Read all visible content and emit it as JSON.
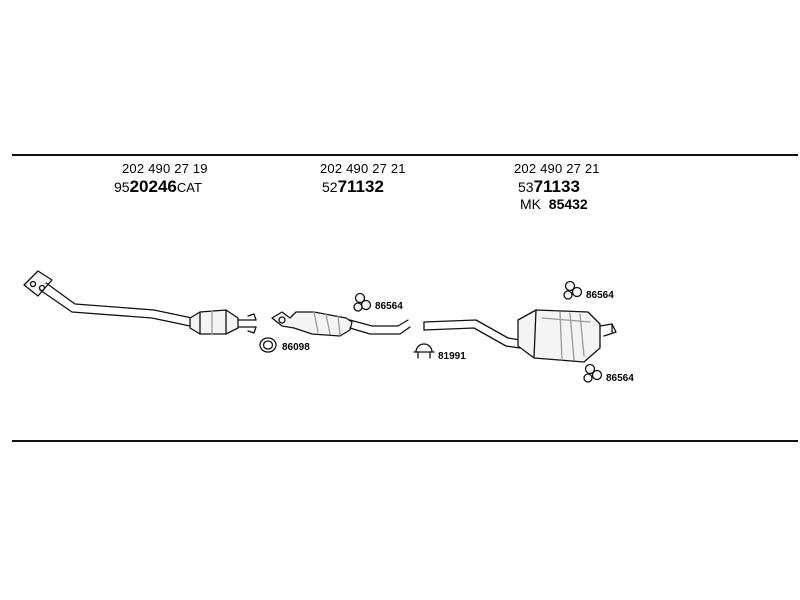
{
  "columns": [
    {
      "oem": "202 490 27 19",
      "prefix": "95",
      "part": "20246",
      "suffix": "CAT"
    },
    {
      "oem": "202 490 27 21",
      "prefix": "52",
      "part": "71132",
      "suffix": ""
    },
    {
      "oem": "202 490 27 21",
      "prefix": "53",
      "part": "71133",
      "suffix": "",
      "mk_label": "MK",
      "mk_value": "85432"
    }
  ],
  "callouts": {
    "gasket_1": "86098",
    "bracket_1": "86564",
    "clamp": "81991",
    "bracket_2": "86564",
    "bracket_3": "86564"
  },
  "colors": {
    "line": "#111111",
    "part_fill": "#f4f4f4",
    "shade": "#9a9a9a"
  }
}
